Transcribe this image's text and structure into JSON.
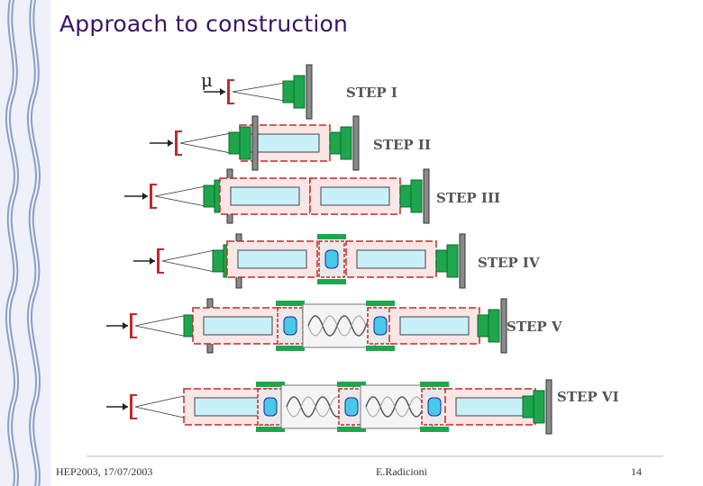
{
  "slide": {
    "title": "Approach to construction",
    "footer": {
      "left": "HEP2003, 17/07/2003",
      "center": "E.Radicioni",
      "right": "14"
    }
  },
  "figure": {
    "beam_symbol": "μ",
    "steps": [
      "STEP I",
      "STEP II",
      "STEP III",
      "STEP IV",
      "STEP V",
      "STEP VI"
    ]
  },
  "colors": {
    "title": "#3b1464",
    "ribbon": "#7c8fc0",
    "absorber_green": "#1ea64c",
    "detector_gray": "#8a8a8a",
    "flange_red": "#c4282a",
    "cyan_block": "#c8f0f8"
  }
}
